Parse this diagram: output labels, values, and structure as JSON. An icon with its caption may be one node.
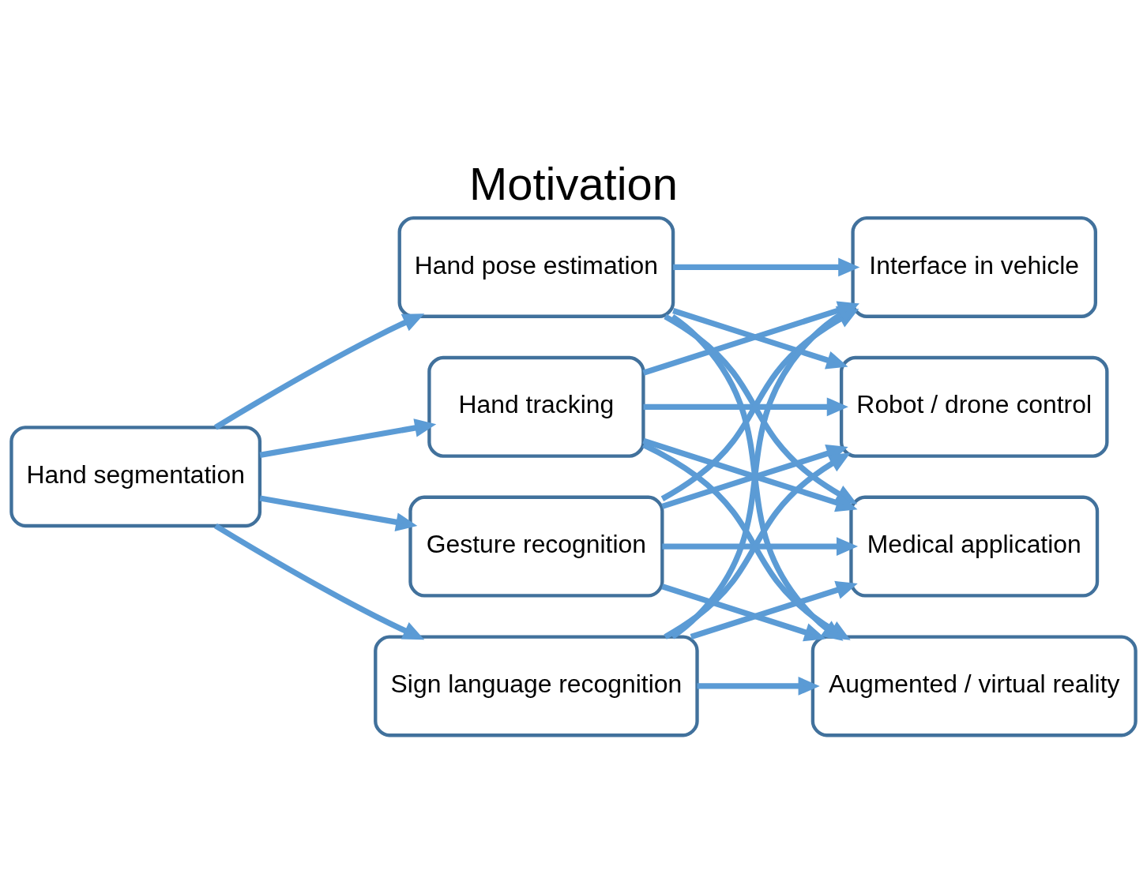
{
  "diagram": {
    "title": "Motivation",
    "nodes": [
      {
        "text": [
          "Hand segmentation"
        ]
      },
      {
        "text": [
          "Hand pose estimation"
        ]
      },
      {
        "text": [
          "Hand tracking"
        ]
      },
      {
        "text": [
          "Gesture recognition"
        ]
      },
      {
        "text": [
          "Sign language recognition"
        ]
      },
      {
        "text": [
          "Interface in vehicle"
        ]
      },
      {
        "text": [
          "Robot / drone control"
        ]
      },
      {
        "text": [
          "Medical application"
        ]
      },
      {
        "text": [
          "Augmented / virtual reality"
        ]
      }
    ],
    "edges": [
      {
        "from": 0,
        "to": 1,
        "arrow": "to"
      },
      {
        "from": 0,
        "to": 2,
        "arrow": "to"
      },
      {
        "from": 0,
        "to": 3,
        "arrow": "to"
      },
      {
        "from": 0,
        "to": 4,
        "arrow": "to"
      },
      {
        "from": 1,
        "to": 5,
        "arrow": "to"
      },
      {
        "from": 1,
        "to": 6,
        "arrow": "to"
      },
      {
        "from": 1,
        "to": 7,
        "arrow": "to"
      },
      {
        "from": 1,
        "to": 8,
        "arrow": "to"
      },
      {
        "from": 2,
        "to": 5,
        "arrow": "to"
      },
      {
        "from": 2,
        "to": 6,
        "arrow": "to"
      },
      {
        "from": 2,
        "to": 7,
        "arrow": "to"
      },
      {
        "from": 2,
        "to": 8,
        "arrow": "to"
      },
      {
        "from": 3,
        "to": 5,
        "arrow": "to"
      },
      {
        "from": 3,
        "to": 6,
        "arrow": "to"
      },
      {
        "from": 3,
        "to": 7,
        "arrow": "to"
      },
      {
        "from": 3,
        "to": 8,
        "arrow": "to"
      },
      {
        "from": 4,
        "to": 5,
        "arrow": "to"
      },
      {
        "from": 4,
        "to": 6,
        "arrow": "to"
      },
      {
        "from": 4,
        "to": 7,
        "arrow": "to"
      },
      {
        "from": 4,
        "to": 8,
        "arrow": "to"
      }
    ]
  }
}
